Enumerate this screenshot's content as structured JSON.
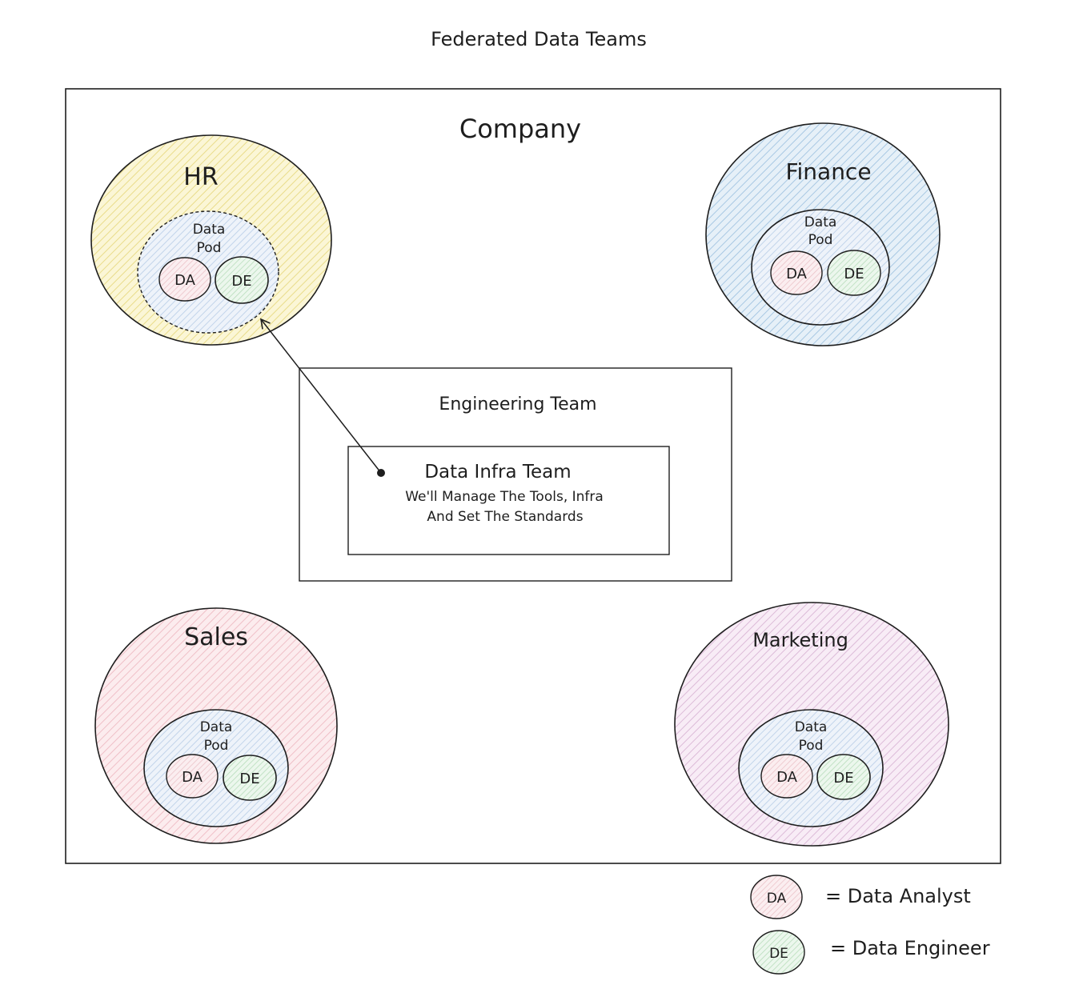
{
  "title": "Federated Data Teams",
  "company": {
    "label": "Company"
  },
  "departments": {
    "hr": {
      "label": "HR",
      "fill": "#f5ecae"
    },
    "finance": {
      "label": "Finance",
      "fill": "#bcd6ea"
    },
    "sales": {
      "label": "Sales",
      "fill": "#f6d0d6"
    },
    "marketing": {
      "label": "Marketing",
      "fill": "#e8cde6"
    }
  },
  "pod": {
    "line1": "Data",
    "line2": "Pod",
    "fill": "#cddcef"
  },
  "roles": {
    "da": {
      "short": "DA",
      "fill": "#f3d4d8"
    },
    "de": {
      "short": "DE",
      "fill": "#cde8cf"
    }
  },
  "engineering": {
    "label": "Engineering Team",
    "infra_title": "Data Infra Team",
    "infra_line1": "We'll Manage The Tools, Infra",
    "infra_line2": "And Set The Standards"
  },
  "legend": [
    {
      "key": "DA",
      "text": "= Data Analyst"
    },
    {
      "key": "DE",
      "text": "= Data Engineer"
    }
  ]
}
